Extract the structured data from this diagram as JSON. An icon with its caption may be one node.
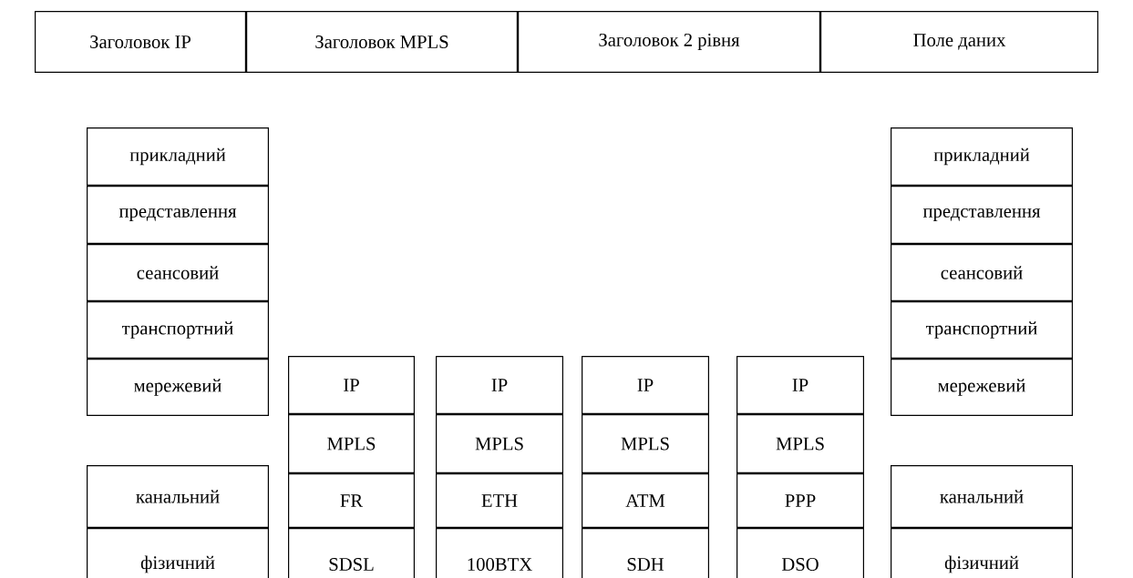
{
  "diagram": {
    "nodes": [
      {
        "text": [
          "Заголовок IP"
        ]
      },
      {
        "text": [
          "Заголовок  MPLS"
        ]
      },
      {
        "text": [
          "Заголовок 2 рівня"
        ]
      },
      {
        "text": [
          "Поле даних"
        ]
      },
      {
        "text": [
          "прикладний"
        ]
      },
      {
        "text": [
          "представлення"
        ]
      },
      {
        "text": [
          "сеансовий"
        ]
      },
      {
        "text": [
          "транспортний"
        ]
      },
      {
        "text": [
          "мережевий"
        ]
      },
      {
        "text": [
          "канальний"
        ]
      },
      {
        "text": [
          "фізичний"
        ]
      },
      {
        "text": [
          "IP"
        ]
      },
      {
        "text": [
          "MPLS"
        ]
      },
      {
        "text": [
          "FR"
        ]
      },
      {
        "text": [
          "SDSL"
        ]
      },
      {
        "text": [
          "IP"
        ]
      },
      {
        "text": [
          "MPLS"
        ]
      },
      {
        "text": [
          "ETH"
        ]
      },
      {
        "text": [
          "100BTX"
        ]
      },
      {
        "text": [
          "IP"
        ]
      },
      {
        "text": [
          "MPLS"
        ]
      },
      {
        "text": [
          "ATM"
        ]
      },
      {
        "text": [
          "SDH"
        ]
      },
      {
        "text": [
          "IP"
        ]
      },
      {
        "text": [
          "MPLS"
        ]
      },
      {
        "text": [
          "PPP"
        ]
      },
      {
        "text": [
          "DSO"
        ]
      },
      {
        "text": [
          "прикладний"
        ]
      },
      {
        "text": [
          "представлення"
        ]
      },
      {
        "text": [
          "сеансовий"
        ]
      },
      {
        "text": [
          "транспортний"
        ]
      },
      {
        "text": [
          "мережевий"
        ]
      },
      {
        "text": [
          "канальний"
        ]
      },
      {
        "text": [
          "фізичний"
        ]
      }
    ]
  }
}
